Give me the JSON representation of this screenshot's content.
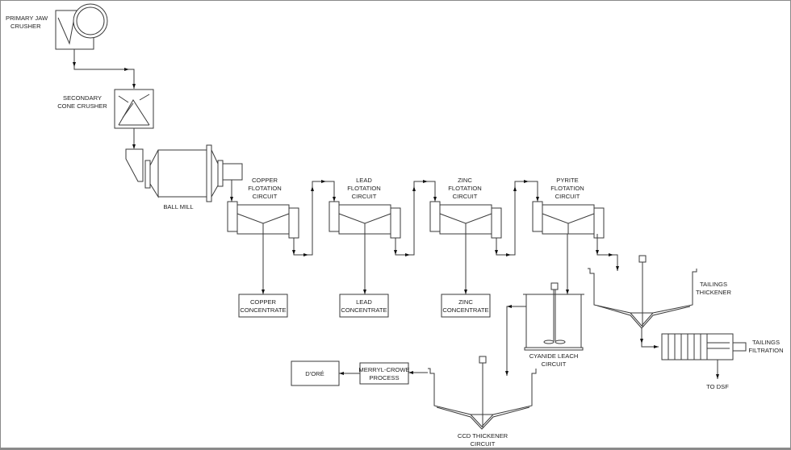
{
  "diagram": {
    "title": "Process Flowsheet",
    "units": {
      "primary_jaw_crusher": [
        "PRIMARY JAW",
        "CRUSHER"
      ],
      "secondary_cone_crusher": [
        "SECONDARY",
        "CONE CRUSHER"
      ],
      "ball_mill": [
        "BALL MILL"
      ],
      "copper_flotation": [
        "COPPER",
        "FLOTATION",
        "CIRCUIT"
      ],
      "lead_flotation": [
        "LEAD",
        "FLOTATION",
        "CIRCUIT"
      ],
      "zinc_flotation": [
        "ZINC",
        "FLOTATION",
        "CIRCUIT"
      ],
      "pyrite_flotation": [
        "PYRITE",
        "FLOTATION",
        "CIRCUIT"
      ],
      "copper_concentrate": [
        "COPPER",
        "CONCENTRATE"
      ],
      "lead_concentrate": [
        "LEAD",
        "CONCENTRATE"
      ],
      "zinc_concentrate": [
        "ZINC",
        "CONCENTRATE"
      ],
      "cyanide_leach": [
        "CYANIDE LEACH",
        "CIRCUIT"
      ],
      "tailings_thickener": [
        "TAILINGS",
        "THICKENER"
      ],
      "tailings_filtration": [
        "TAILINGS",
        "FILTRATION"
      ],
      "to_dsf": [
        "TO DSF"
      ],
      "ccd_thickener": [
        "CCD THICKENER",
        "CIRCUIT"
      ],
      "merryl_crowe": [
        "MERRYL-CROWE",
        "PROCESS"
      ],
      "dore": [
        "D'ORÉ"
      ]
    },
    "flow": [
      "Primary Jaw Crusher -> Secondary Cone Crusher",
      "Secondary Cone Crusher -> Ball Mill",
      "Ball Mill -> Copper Flotation Circuit",
      "Copper Flotation Circuit -> Copper Concentrate",
      "Copper Flotation Circuit -> Lead Flotation Circuit",
      "Lead Flotation Circuit -> Lead Concentrate",
      "Lead Flotation Circuit -> Zinc Flotation Circuit",
      "Zinc Flotation Circuit -> Zinc Concentrate",
      "Zinc Flotation Circuit -> Pyrite Flotation Circuit",
      "Pyrite Flotation Circuit -> Cyanide Leach Circuit",
      "Pyrite Flotation Circuit -> Tailings Thickener",
      "Tailings Thickener -> Tailings Filtration",
      "Tailings Filtration -> To DSF",
      "Cyanide Leach Circuit -> CCD Thickener Circuit",
      "CCD Thickener Circuit -> Merryl-Crowe Process",
      "Merryl-Crowe Process -> D'Oré"
    ]
  }
}
